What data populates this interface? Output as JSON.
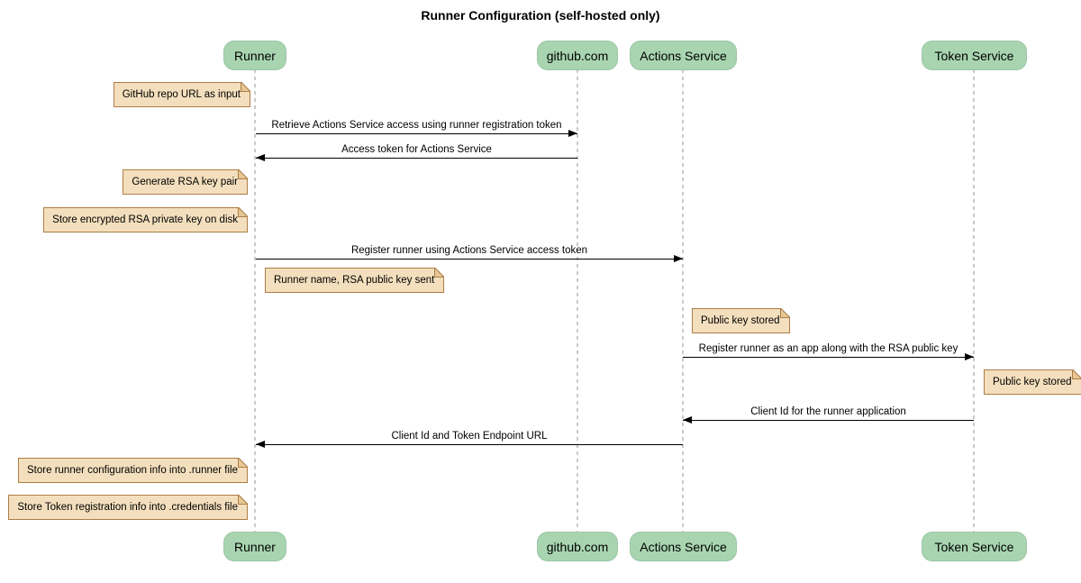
{
  "title": "Runner Configuration (self-hosted only)",
  "diagram_type": "sequence",
  "participants": [
    {
      "label": "Runner"
    },
    {
      "label": "github.com"
    },
    {
      "label": "Actions Service"
    },
    {
      "label": "Token Service"
    }
  ],
  "messages": [
    {
      "label": "Retrieve Actions Service access using runner registration token",
      "from": "Runner",
      "to": "github.com",
      "direction": "right"
    },
    {
      "label": "Access token for Actions Service",
      "from": "github.com",
      "to": "Runner",
      "direction": "left"
    },
    {
      "label": "Register runner using Actions Service access token",
      "from": "Runner",
      "to": "Actions Service",
      "direction": "right"
    },
    {
      "label": "Register runner as an app along with the RSA public key",
      "from": "Actions Service",
      "to": "Token Service",
      "direction": "right"
    },
    {
      "label": "Client Id for the runner application",
      "from": "Token Service",
      "to": "Actions Service",
      "direction": "left"
    },
    {
      "label": "Client Id and Token Endpoint URL",
      "from": "Actions Service",
      "to": "Runner",
      "direction": "left"
    }
  ],
  "notes": [
    {
      "text": "GitHub repo URL as input",
      "anchor": "Runner",
      "side": "left"
    },
    {
      "text": "Generate RSA key pair",
      "anchor": "Runner",
      "side": "left"
    },
    {
      "text": "Store encrypted RSA private key on disk",
      "anchor": "Runner",
      "side": "left"
    },
    {
      "text": "Runner name, RSA public key sent",
      "anchor": "Runner",
      "side": "right"
    },
    {
      "text": "Public key stored",
      "anchor": "Actions Service",
      "side": "right"
    },
    {
      "text": "Public key stored",
      "anchor": "Token Service",
      "side": "right"
    },
    {
      "text": "Store runner configuration info into .runner file",
      "anchor": "Runner",
      "side": "left"
    },
    {
      "text": "Store Token registration info into .credentials file",
      "anchor": "Runner",
      "side": "left"
    }
  ],
  "colors": {
    "participant_fill": "#a8d5b0",
    "participant_border": "#9cc6a4",
    "note_fill": "#f3dfbd",
    "note_border": "#ad7d46",
    "lifeline": "#c9c9c9",
    "arrow": "#000000",
    "text": "#000000"
  }
}
